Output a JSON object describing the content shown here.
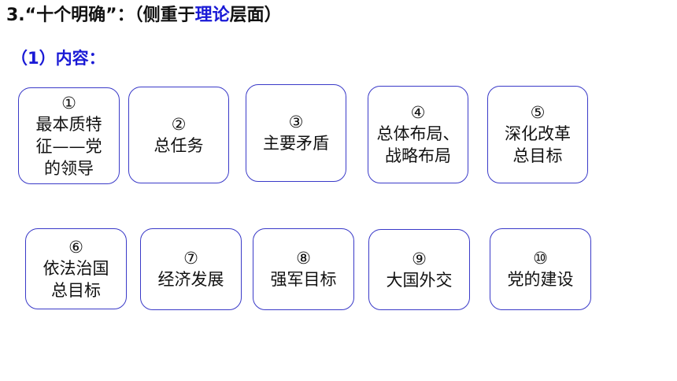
{
  "colors": {
    "accent": "#1a1ad6",
    "border": "#3a3ac8",
    "text": "#111111"
  },
  "heading": {
    "prefix": "3.“十个明确”：（侧重于",
    "accent": "理论",
    "suffix": "层面）"
  },
  "subheading": "（1）内容：",
  "cards": [
    {
      "num": "①",
      "lines": [
        "最本质特",
        "征——党",
        "的领导"
      ]
    },
    {
      "num": "②",
      "lines": [
        "总任务"
      ]
    },
    {
      "num": "③",
      "lines": [
        "主要矛盾"
      ]
    },
    {
      "num": "④",
      "lines": [
        "总体布局、",
        "战略布局"
      ]
    },
    {
      "num": "⑤",
      "lines": [
        "深化改革",
        "总目标"
      ]
    },
    {
      "num": "⑥",
      "lines": [
        "依法治国",
        "总目标"
      ]
    },
    {
      "num": "⑦",
      "lines": [
        "经济发展"
      ]
    },
    {
      "num": "⑧",
      "lines": [
        "强军目标"
      ]
    },
    {
      "num": "⑨",
      "lines": [
        "大国外交"
      ]
    },
    {
      "num": "⑩",
      "lines": [
        "党的建设"
      ]
    }
  ]
}
